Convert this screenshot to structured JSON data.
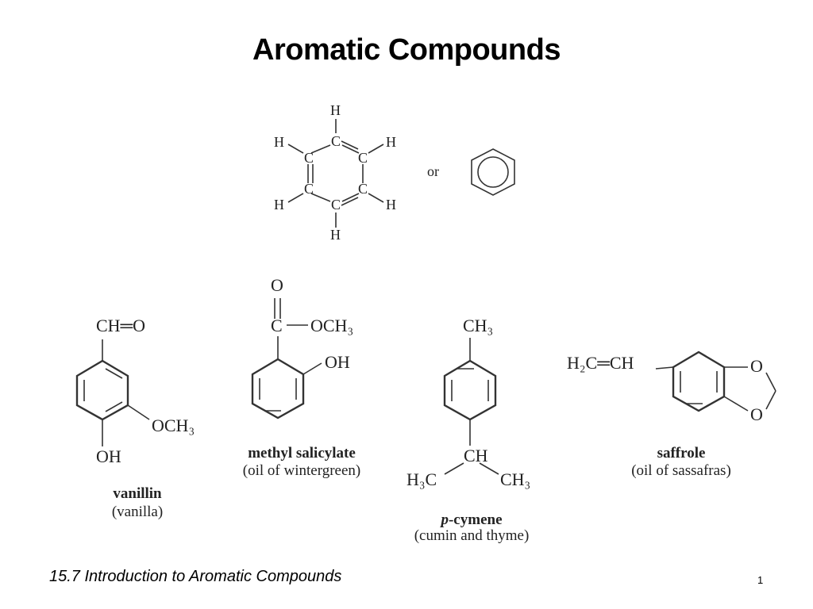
{
  "slide": {
    "title": "Aromatic Compounds",
    "footer": "15.7 Introduction to Aromatic Compounds",
    "page_number": "1"
  },
  "benzene": {
    "atoms": {
      "carbon": "C",
      "hydrogen": "H"
    },
    "connector": "or"
  },
  "compounds": {
    "vanillin": {
      "aldehyde": "CH═O",
      "methoxy": "OCH₃",
      "hydroxyl": "OH",
      "name": "vanillin",
      "source": "(vanilla)"
    },
    "methyl_salicylate": {
      "carbonyl_o": "O",
      "carbon": "C",
      "methoxy": "OCH₃",
      "hydroxyl": "OH",
      "name": "methyl salicylate",
      "source": "(oil of wintergreen)"
    },
    "p_cymene": {
      "methyl": "CH₃",
      "ch": "CH",
      "left_methyl": "H₃C",
      "right_methyl": "CH₃",
      "name_prefix": "p",
      "name_suffix": "-cymene",
      "source": "(cumin and thyme)"
    },
    "saffrole": {
      "vinyl": "H₂C═CH",
      "oxygen_top": "O",
      "oxygen_bottom": "O",
      "name": "saffrole",
      "source": "(oil of sassafras)"
    }
  }
}
